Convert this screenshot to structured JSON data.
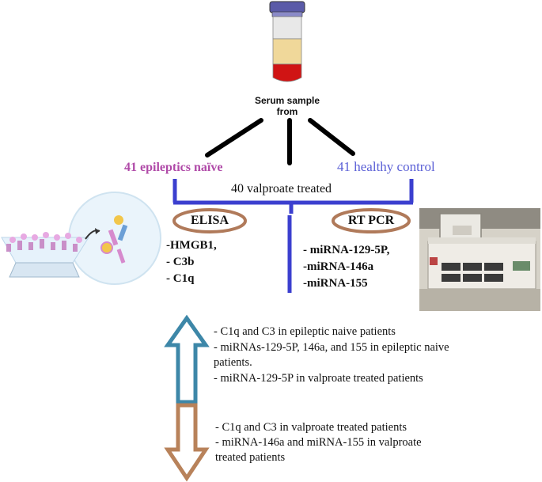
{
  "sample": {
    "line1": "Serum sample",
    "line2": "from"
  },
  "groups": {
    "epileptics": "41 epileptics naïve",
    "valproate": "40 valproate treated",
    "healthy": "41 healthy control"
  },
  "methods": {
    "elisa": {
      "label": "ELISA",
      "items": [
        "-HMGB1,",
        "- C3b",
        "- C1q"
      ]
    },
    "rtpcr": {
      "label": "RT PCR",
      "items": [
        "- miRNA-129-5P,",
        "-miRNA-146a",
        "-miRNA-155"
      ]
    }
  },
  "results": {
    "increased": [
      "- C1q and C3 in epileptic naive patients",
      "- miRNAs-129-5P, 146a, and 155 in epileptic naive",
      "patients.",
      "- miRNA-129-5P in valproate treated patients"
    ],
    "decreased": [
      "- C1q and C3 in valproate treated patients",
      "- miRNA-146a and miRNA-155  in valproate",
      "treated patients"
    ]
  },
  "colors": {
    "epileptics": "#b04aa8",
    "healthy": "#5a5fd6",
    "bracket": "#3b3fcf",
    "oval": "#b07a5a",
    "up_arrow": "#3d87a8",
    "down_arrow": "#b8825a"
  }
}
